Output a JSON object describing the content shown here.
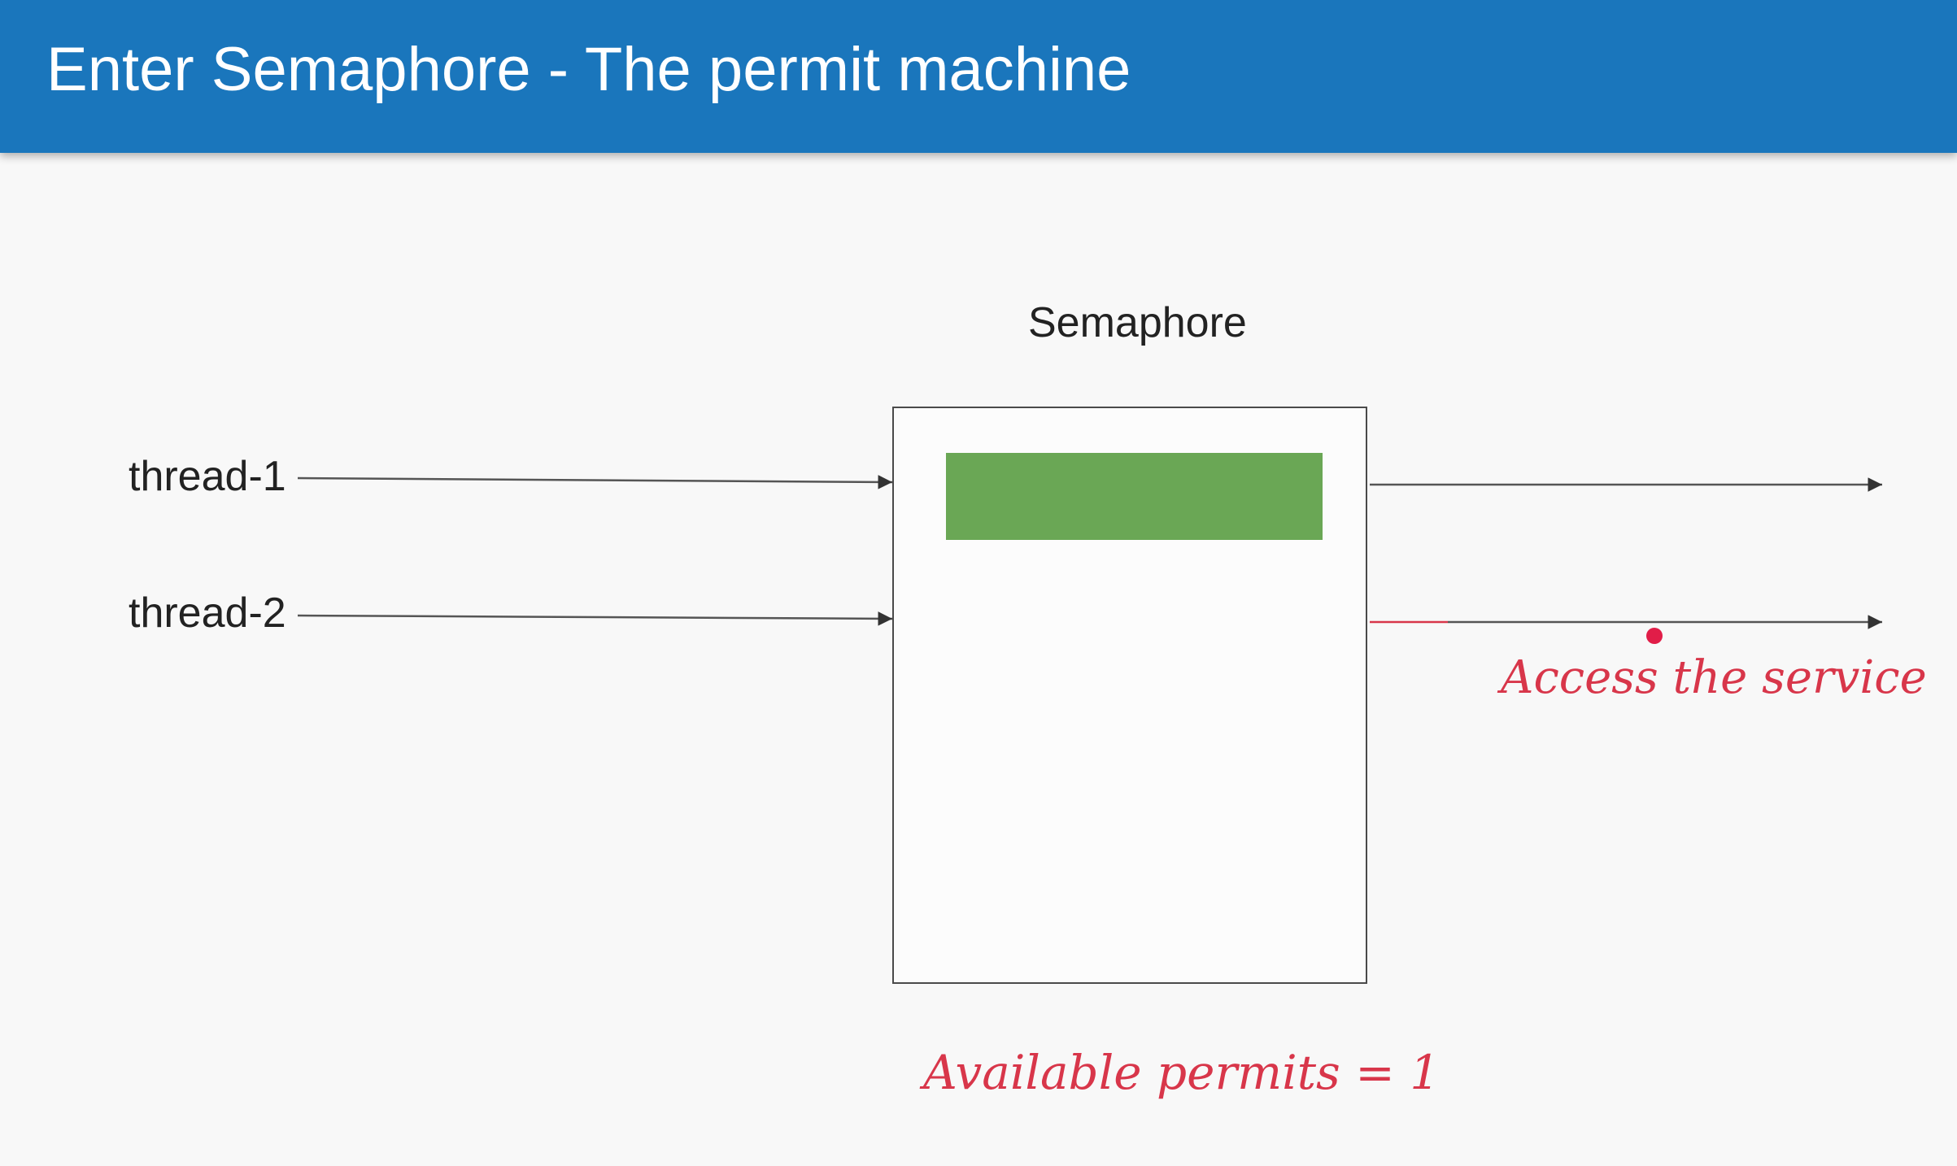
{
  "header": {
    "title": "Enter Semaphore - The permit machine",
    "background_color": "#1a76bc"
  },
  "diagram": {
    "semaphore_label": "Semaphore",
    "threads": [
      "thread-1",
      "thread-2"
    ],
    "permit_color": "#6aa755",
    "annotations": {
      "access": "Access the service",
      "permits": "Available permits = 1",
      "color": "#d8364a"
    }
  }
}
